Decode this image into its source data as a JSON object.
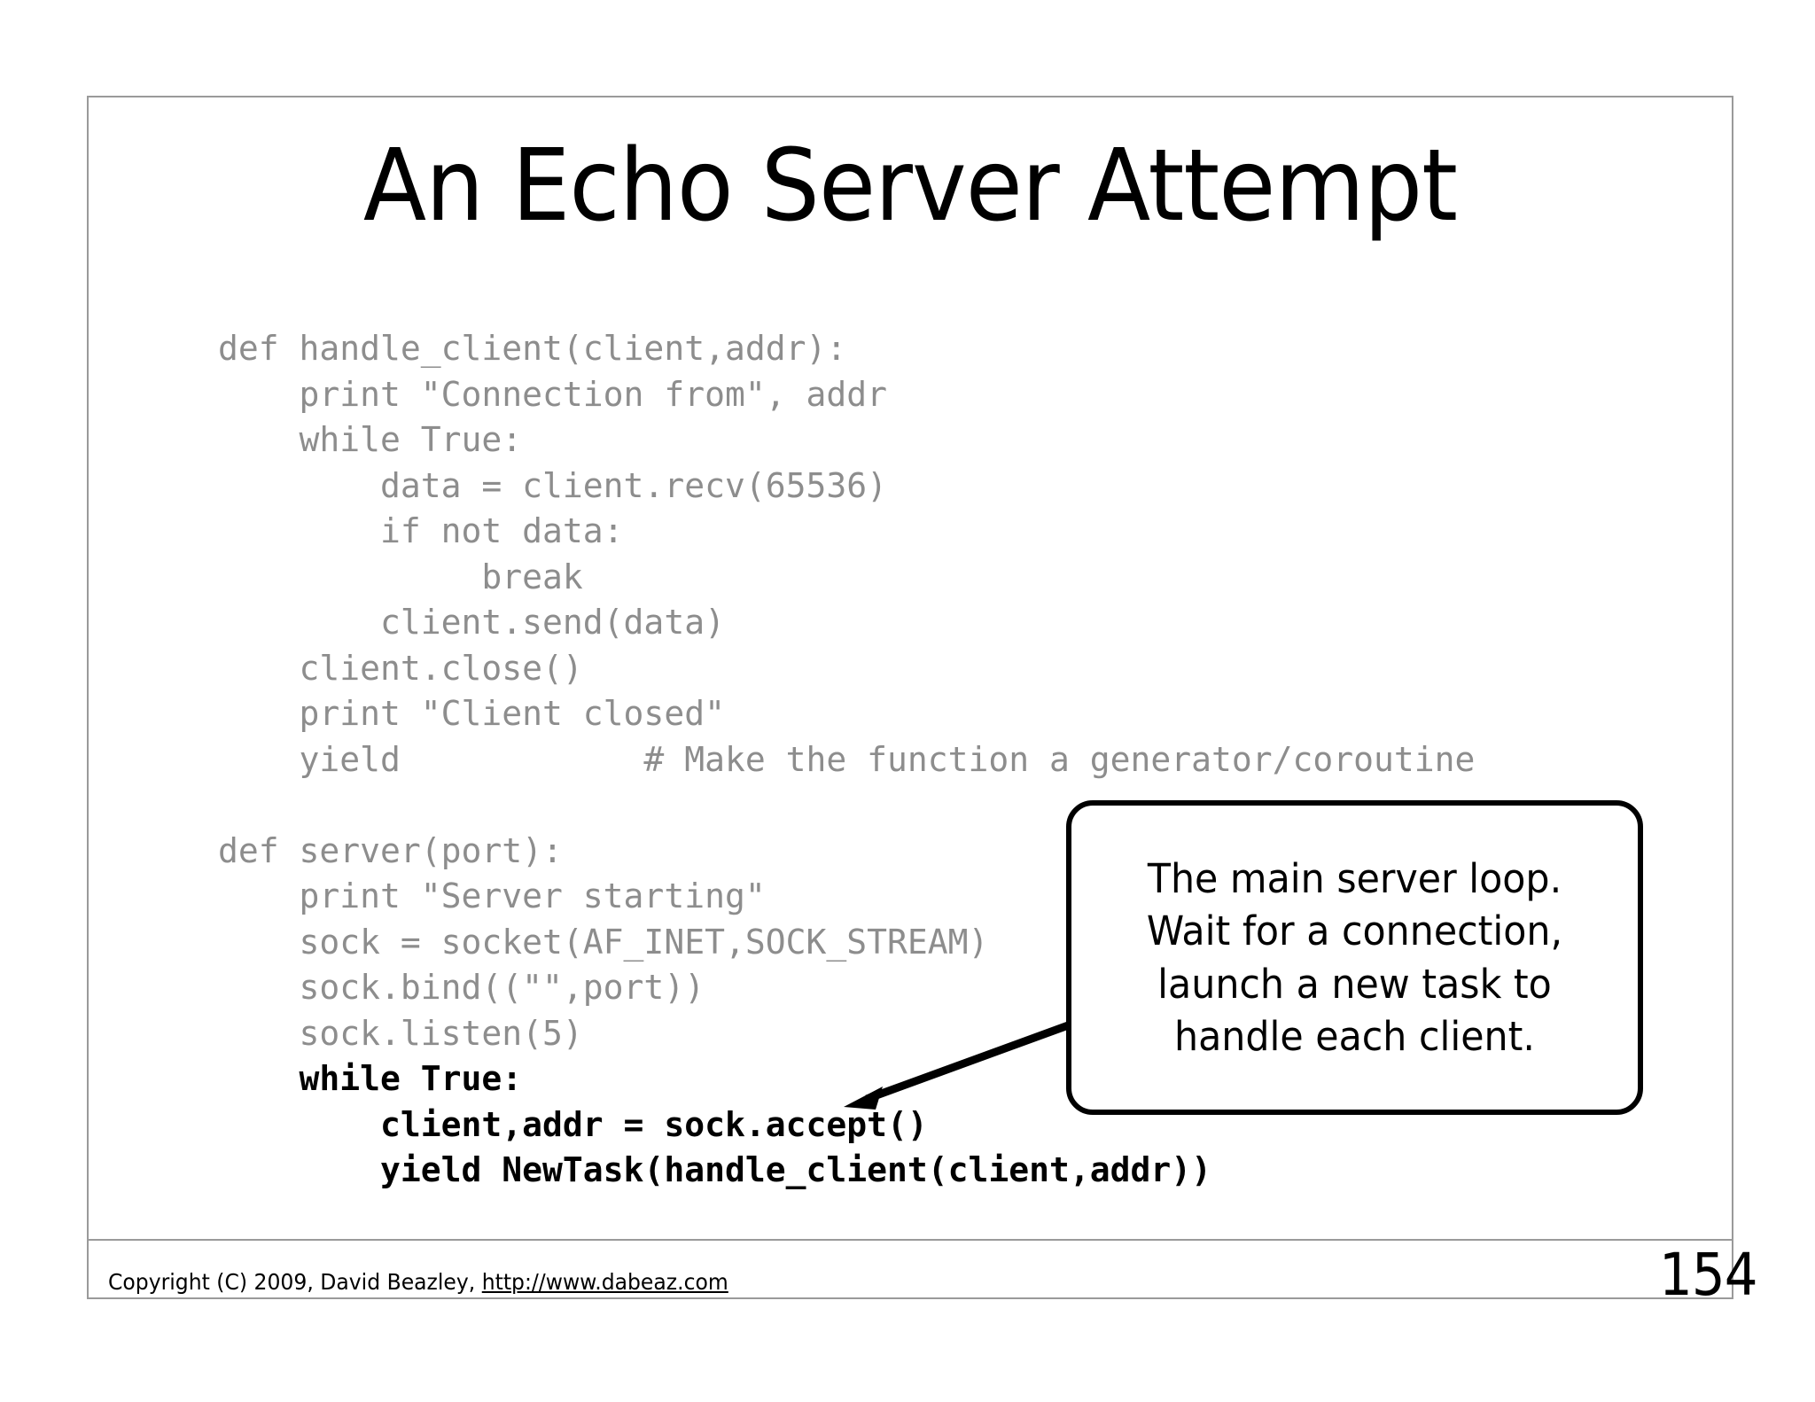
{
  "slide": {
    "title": "An Echo Server Attempt",
    "page_number": "154",
    "border_color": "#9a9a9a",
    "code_color": "#8d8d8d",
    "highlight_color": "#000000"
  },
  "code": {
    "lines": [
      {
        "text": "def handle_client(client,addr):",
        "bold": false
      },
      {
        "text": "    print \"Connection from\", addr",
        "bold": false
      },
      {
        "text": "    while True:",
        "bold": false
      },
      {
        "text": "        data = client.recv(65536)",
        "bold": false
      },
      {
        "text": "        if not data:",
        "bold": false
      },
      {
        "text": "             break",
        "bold": false
      },
      {
        "text": "        client.send(data)",
        "bold": false
      },
      {
        "text": "    client.close()",
        "bold": false
      },
      {
        "text": "    print \"Client closed\"",
        "bold": false
      },
      {
        "text": "    yield            # Make the function a generator/coroutine",
        "bold": false
      },
      {
        "text": "",
        "bold": false
      },
      {
        "text": "def server(port):",
        "bold": false
      },
      {
        "text": "    print \"Server starting\"",
        "bold": false
      },
      {
        "text": "    sock = socket(AF_INET,SOCK_STREAM)",
        "bold": false
      },
      {
        "text": "    sock.bind((\"\",port))",
        "bold": false
      },
      {
        "text": "    sock.listen(5)",
        "bold": false
      },
      {
        "text": "    while True:",
        "bold": true
      },
      {
        "text": "        client,addr = sock.accept()",
        "bold": true
      },
      {
        "text": "        yield NewTask(handle_client(client,addr))",
        "bold": true
      }
    ]
  },
  "callout": {
    "text": "The main server loop. Wait for a connection, launch a new task to handle each client."
  },
  "footer": {
    "copyright_prefix": "Copyright (C) 2009,  David Beazley, ",
    "link": "http://www.dabeaz.com"
  }
}
